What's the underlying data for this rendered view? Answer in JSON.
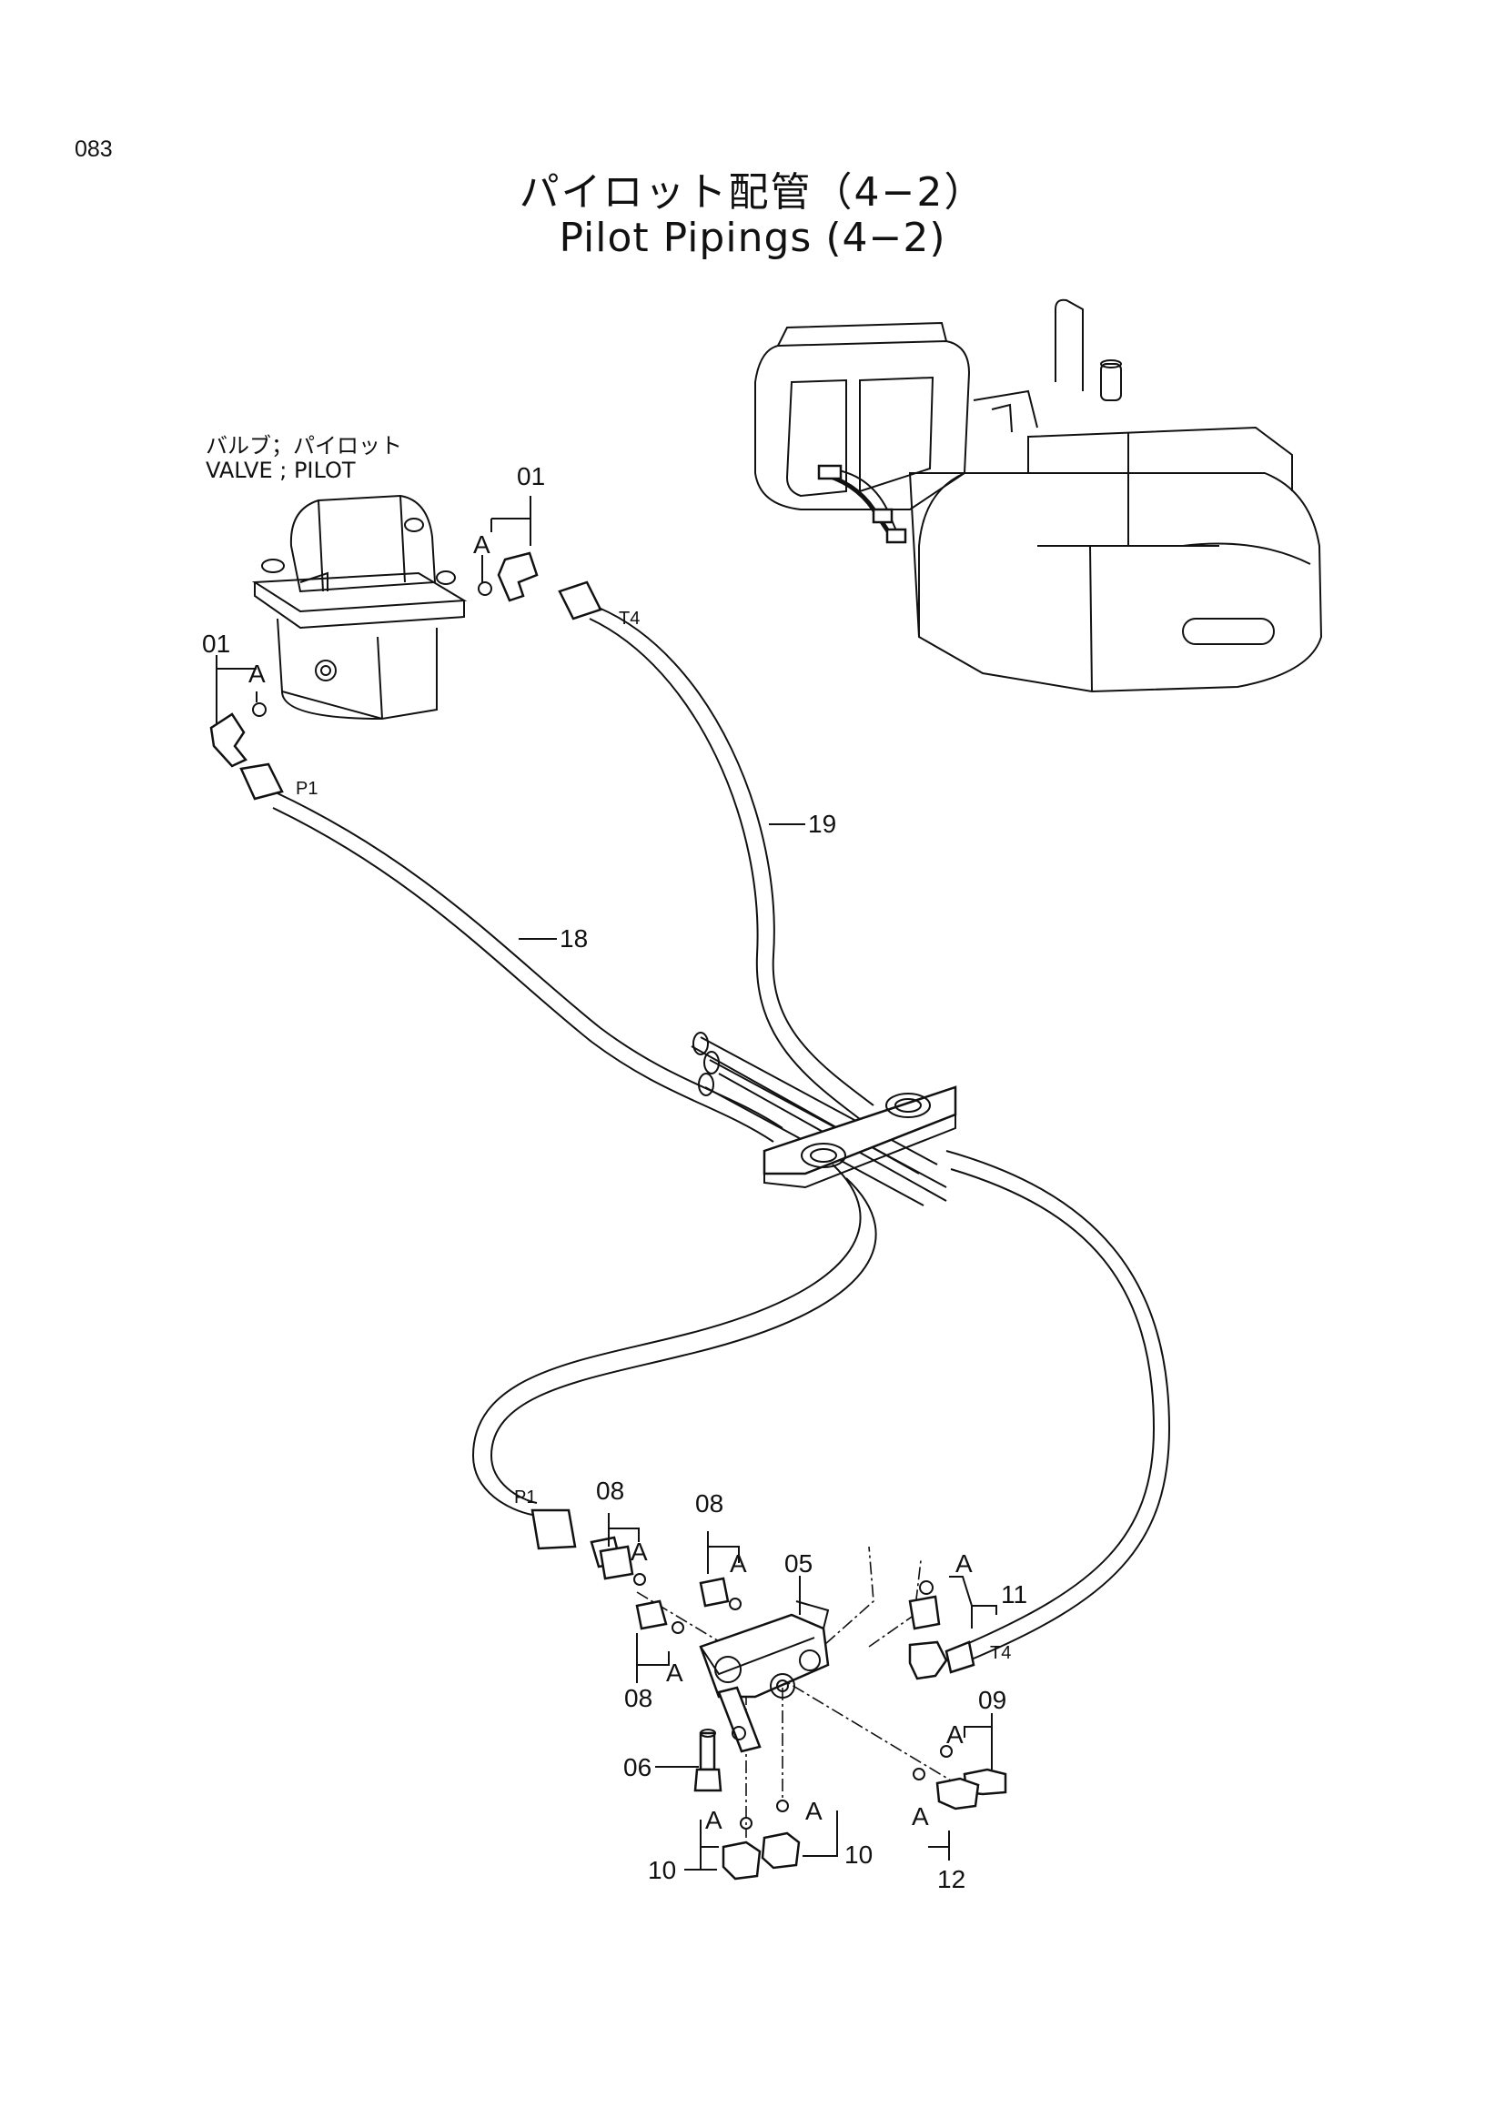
{
  "page_number": "083",
  "title_ja": "パイロット配管（4−2）",
  "title_en": "Pilot Pipings (4−2)",
  "valve_label_ja": "バルブ；パイロット",
  "valve_label_en": "VALVE ; PILOT",
  "callouts": {
    "p01_top": "01",
    "a_top": "A",
    "t4_top": "T4",
    "p01_left": "01",
    "a_left": "A",
    "p1_top": "P1",
    "p19": "19",
    "p18": "18",
    "p1_bottom": "P1",
    "p08_a": "08",
    "a_08a": "A",
    "p08_b": "08",
    "a_08b": "A",
    "p05": "05",
    "a_11": "A",
    "p11": "11",
    "t4_bottom": "T4",
    "p08_c": "08",
    "a_08c": "A",
    "p09": "09",
    "a_09": "A",
    "p06": "06",
    "a_10l": "A",
    "a_10r": "A",
    "p10_l": "10",
    "p10_r": "10",
    "a_12": "A",
    "p12": "12"
  }
}
